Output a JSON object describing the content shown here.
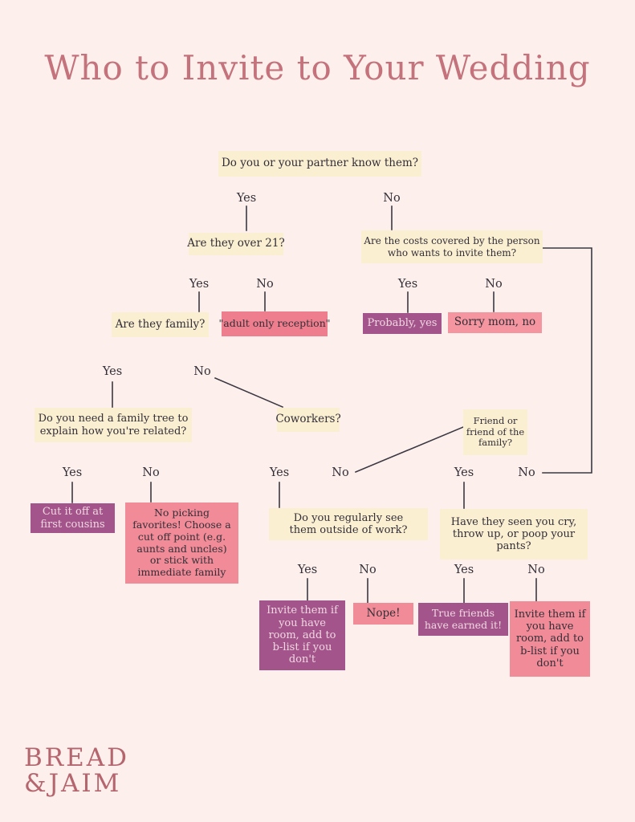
{
  "title": "Who to Invite to Your Wedding",
  "logo": {
    "line1": "BREAD",
    "line2": "&JAIM"
  },
  "answers": {
    "yes": "Yes",
    "no": "No"
  },
  "palette": {
    "background": "#fdf0ec",
    "title_text": "#c4737c",
    "question_box": "#fbefd2",
    "pink_box_deep": "#ee7e8d",
    "pink_box_mid": "#f18b97",
    "pink_box_light": "#f4959f",
    "purple_box": "#a3548b",
    "dark_text": "#332f38",
    "light_text_on_purple": "#f0d7e1",
    "connector_line": "#3b3742",
    "logo_text": "#b5656e"
  },
  "nodes": {
    "know": {
      "type": "question",
      "text": "Do you or your partner know them?"
    },
    "over21": {
      "type": "question",
      "text": "Are they over 21?"
    },
    "costs": {
      "type": "question",
      "text": "Are the costs covered by the person\nwho wants to invite them?"
    },
    "family": {
      "type": "question",
      "text": "Are they family?"
    },
    "adult_only": {
      "type": "result",
      "text": "\"adult only reception\""
    },
    "probably_yes": {
      "type": "result",
      "text": "Probably, yes"
    },
    "sorry_mom": {
      "type": "result",
      "text": "Sorry mom, no"
    },
    "family_tree": {
      "type": "question",
      "text": "Do you need a family tree to\nexplain how you're related?"
    },
    "coworkers": {
      "type": "question",
      "text": "Coworkers?"
    },
    "friend": {
      "type": "question",
      "text": "Friend or\nfriend of the\nfamily?"
    },
    "cut_off": {
      "type": "result",
      "text": "Cut it off at\nfirst cousins"
    },
    "no_picking": {
      "type": "result",
      "text": "No picking\nfavorites! Choose a\ncut off point (e.g.\naunts and uncles)\nor stick with\nimmediate family"
    },
    "outside_work": {
      "type": "question",
      "text": "Do you regularly see\nthem outside of work?"
    },
    "seen_cry": {
      "type": "question",
      "text": "Have they seen you cry,\nthrow up, or poop your\npants?"
    },
    "invite_blist_1": {
      "type": "result",
      "text": "Invite them if\nyou have\nroom, add to\nb-list if you\ndon't"
    },
    "nope": {
      "type": "result",
      "text": "Nope!"
    },
    "true_friends": {
      "type": "result",
      "text": "True friends\nhave earned it!"
    },
    "invite_blist_2": {
      "type": "result",
      "text": "Invite them if\nyou have\nroom, add to\nb-list if you\ndon't"
    }
  },
  "edges": [
    {
      "from": "know",
      "answer": "Yes",
      "to": "over21"
    },
    {
      "from": "know",
      "answer": "No",
      "to": "costs"
    },
    {
      "from": "over21",
      "answer": "Yes",
      "to": "family"
    },
    {
      "from": "over21",
      "answer": "No",
      "to": "adult_only"
    },
    {
      "from": "costs",
      "answer": "Yes",
      "to": "probably_yes"
    },
    {
      "from": "costs",
      "answer": "No",
      "to": "sorry_mom"
    },
    {
      "from": "family",
      "answer": "Yes",
      "to": "family_tree"
    },
    {
      "from": "family",
      "answer": "No",
      "to": "coworkers"
    },
    {
      "from": "family_tree",
      "answer": "Yes",
      "to": "cut_off"
    },
    {
      "from": "family_tree",
      "answer": "No",
      "to": "no_picking"
    },
    {
      "from": "coworkers",
      "answer": "Yes",
      "to": "outside_work"
    },
    {
      "from": "coworkers",
      "answer": "No",
      "to": "friend"
    },
    {
      "from": "friend",
      "answer": "Yes",
      "to": "seen_cry"
    },
    {
      "from": "friend",
      "answer": "No",
      "to": "costs"
    },
    {
      "from": "outside_work",
      "answer": "Yes",
      "to": "invite_blist_1"
    },
    {
      "from": "outside_work",
      "answer": "No",
      "to": "nope"
    },
    {
      "from": "seen_cry",
      "answer": "Yes",
      "to": "true_friends"
    },
    {
      "from": "seen_cry",
      "answer": "No",
      "to": "invite_blist_2"
    }
  ]
}
